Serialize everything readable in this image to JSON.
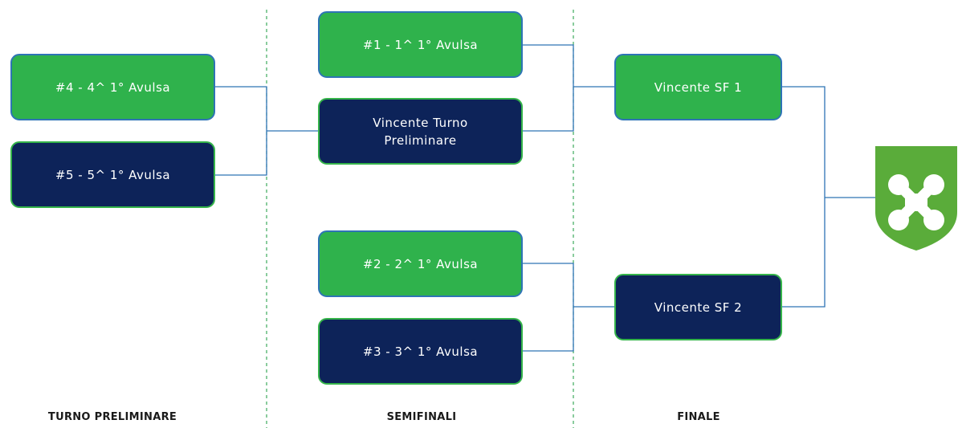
{
  "columns": {
    "preliminary": "TURNO PRELIMINARE",
    "semifinals": "SEMIFINALI",
    "final": "FINALE"
  },
  "matches": {
    "prelim_top": "#4 - 4^ 1° Avulsa",
    "prelim_bottom": "#5 - 5^ 1° Avulsa",
    "sf1_top": "#1 - 1^ 1° Avulsa",
    "sf1_bottom": "Vincente Turno Preliminare",
    "sf2_top": "#2 - 2^ 1° Avulsa",
    "sf2_bottom": "#3 - 3^ 1° Avulsa",
    "final_top": "Vincente SF 1",
    "final_bottom": "Vincente SF 2"
  },
  "colors": {
    "green": "#2fb24c",
    "navy": "#0d2359",
    "connector": "#2e74b5",
    "divider": "#3daa5c",
    "trophy": "#5aac3a"
  },
  "icons": {
    "trophy": "lombardy-cross-shield-icon"
  }
}
